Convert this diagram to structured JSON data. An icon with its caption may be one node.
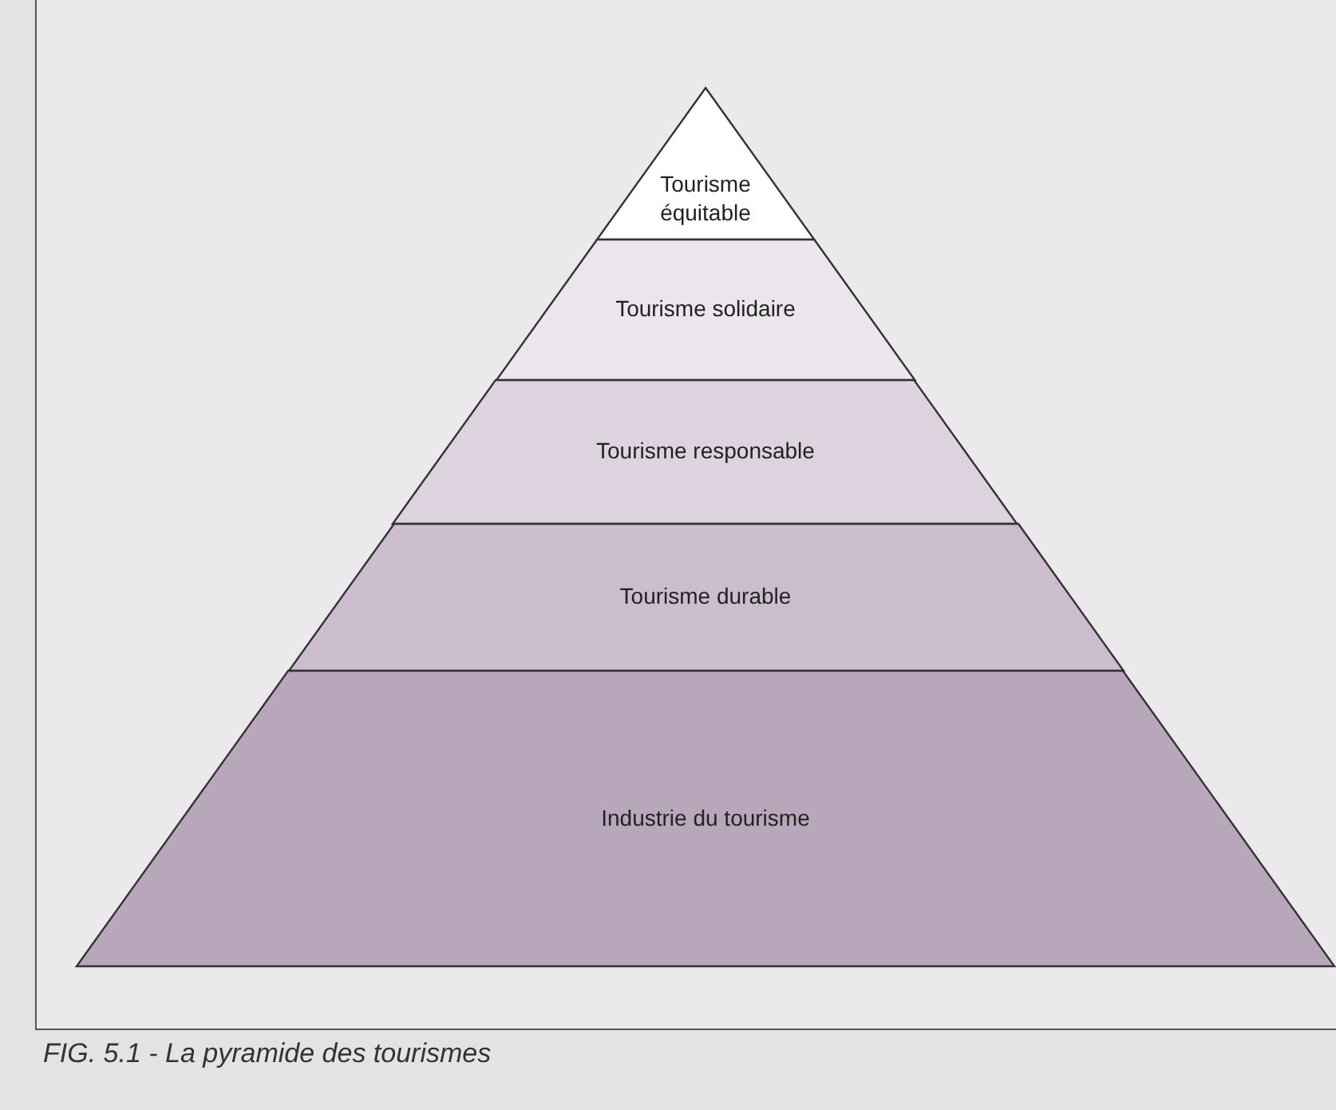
{
  "diagram": {
    "caption": "FIG. 5.1 - La pyramide des tourismes",
    "nodes": [
      {
        "text": [
          "Tourisme équitable"
        ]
      },
      {
        "text": [
          "Tourisme solidaire"
        ]
      },
      {
        "text": [
          "Tourisme responsable"
        ]
      },
      {
        "text": [
          "Tourisme durable"
        ]
      },
      {
        "text": [
          "Industrie du tourisme"
        ]
      }
    ]
  }
}
